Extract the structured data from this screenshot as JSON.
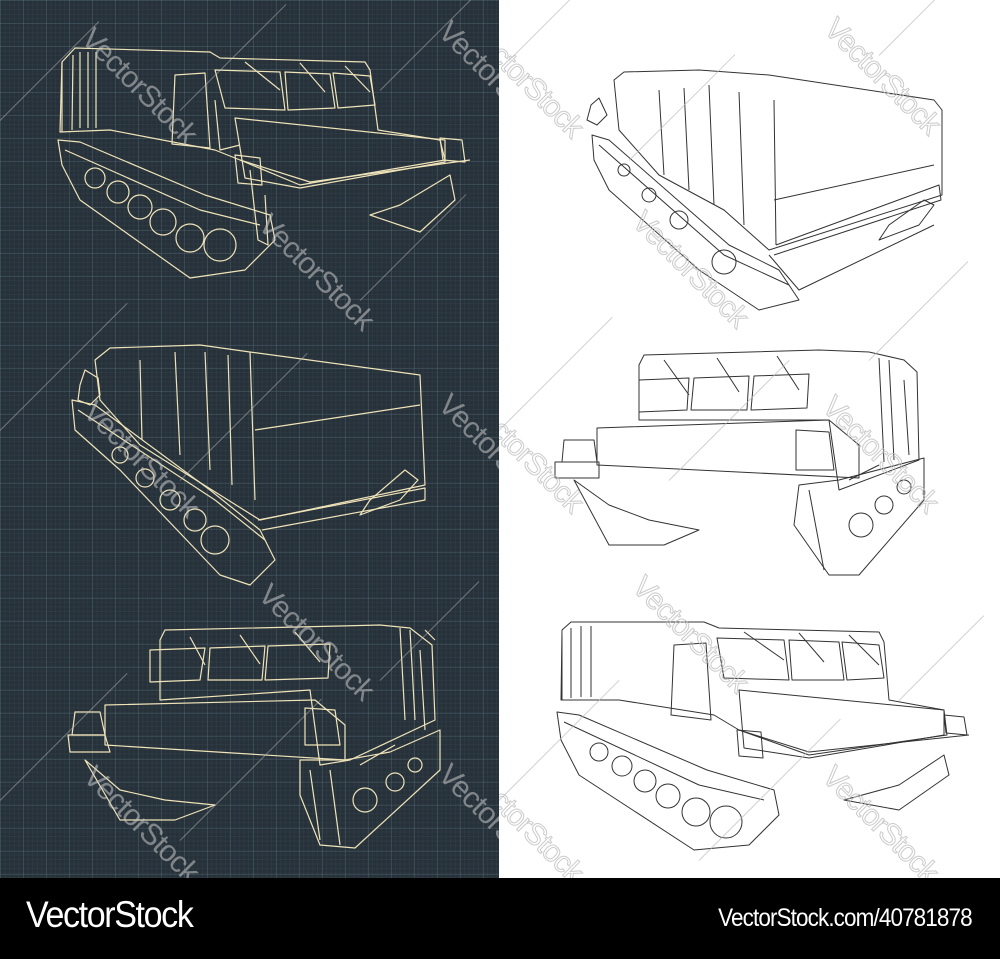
{
  "image": {
    "subject": "Tracked all-terrain vehicle blueprint drawings",
    "panels": [
      {
        "name": "dark-blueprint",
        "background": "#27313a",
        "line_color": "#efe3b8",
        "views": [
          "front-left three-quarter",
          "rear-left three-quarter",
          "front-right three-quarter"
        ]
      },
      {
        "name": "white-line-art",
        "background": "#ffffff",
        "line_color": "#333333",
        "views": [
          "rear-left three-quarter",
          "front-right three-quarter",
          "front-left three-quarter"
        ]
      }
    ],
    "watermark_text": "VectorStock"
  },
  "footer": {
    "brand": "VectorStock",
    "url": "VectorStock.com/40781878",
    "background": "#000000",
    "text_color": "#ffffff"
  }
}
